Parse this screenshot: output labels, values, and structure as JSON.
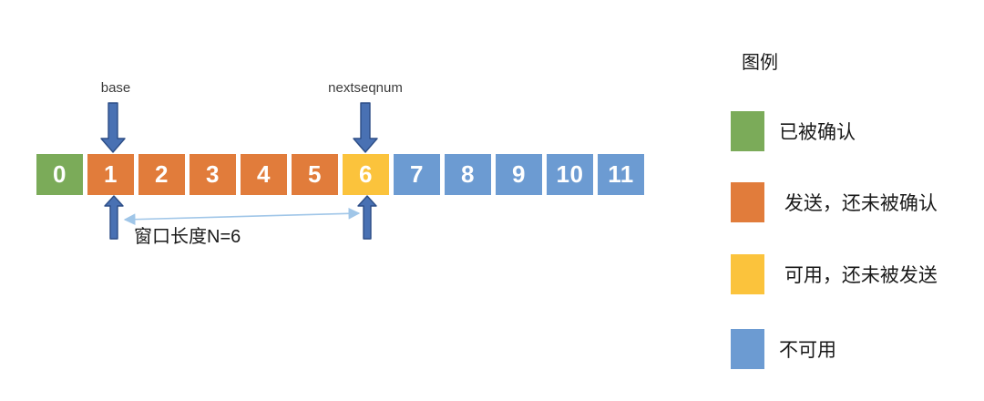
{
  "palette": {
    "acked": "#7BAB59",
    "sent": "#E17C3B",
    "usable": "#FBC33C",
    "unusable": "#6C9BD2",
    "arrow_fill": "#4971B3",
    "arrow_border": "#2D4E87",
    "span_arrow": "#A0C6E8",
    "cell_text": "#FFFFFF",
    "pointer_label_text": "#3C3C3C",
    "text": "#1A1A1A"
  },
  "diagram": {
    "base_label": "base",
    "nextseqnum_label": "nextseqnum",
    "window_label": "窗口长度N=6",
    "cells": [
      {
        "label": "0",
        "state": "acked"
      },
      {
        "label": "1",
        "state": "sent"
      },
      {
        "label": "2",
        "state": "sent"
      },
      {
        "label": "3",
        "state": "sent"
      },
      {
        "label": "4",
        "state": "sent"
      },
      {
        "label": "5",
        "state": "sent"
      },
      {
        "label": "6",
        "state": "usable"
      },
      {
        "label": "7",
        "state": "unusable"
      },
      {
        "label": "8",
        "state": "unusable"
      },
      {
        "label": "9",
        "state": "unusable"
      },
      {
        "label": "10",
        "state": "unusable"
      },
      {
        "label": "11",
        "state": "unusable"
      }
    ]
  },
  "legend": {
    "title": "图例",
    "items": [
      {
        "label": "已被确认",
        "state": "acked"
      },
      {
        "label": " 发送，还未被确认",
        "state": "sent"
      },
      {
        "label": " 可用，还未被发送",
        "state": "usable"
      },
      {
        "label": "不可用",
        "state": "unusable"
      }
    ]
  }
}
